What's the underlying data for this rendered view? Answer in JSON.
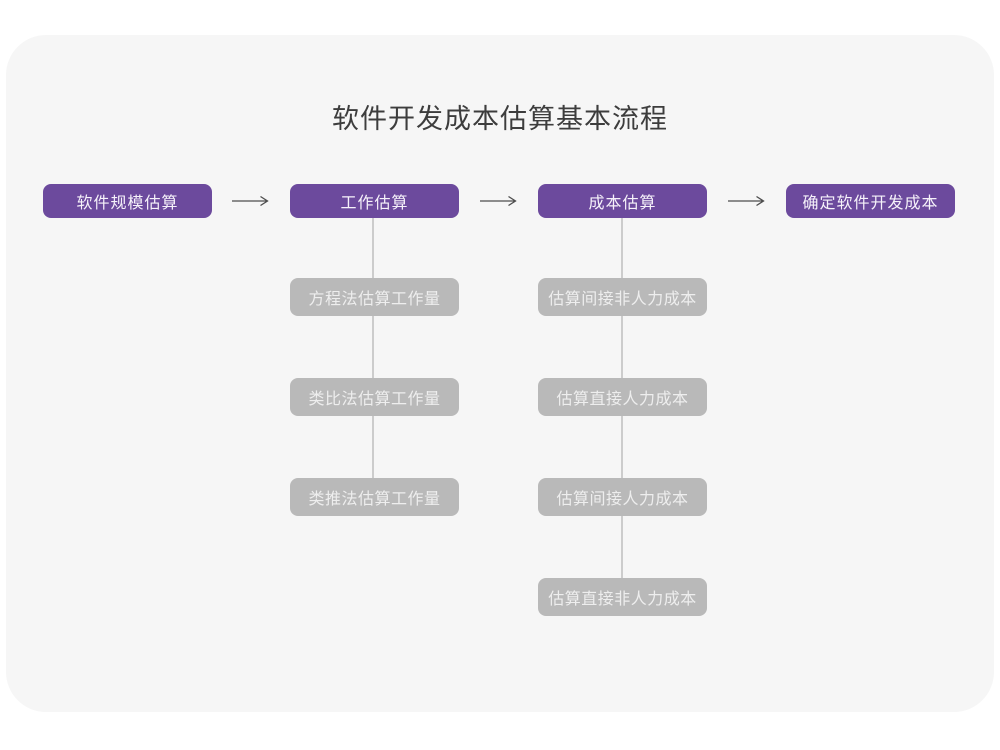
{
  "title": "软件开发成本估算基本流程",
  "colors": {
    "card_bg": "#f6f6f6",
    "purple": "#6c4a9d",
    "gray_box": "#b9b9b9",
    "connector": "#cccccc",
    "arrow": "#4d4d4d",
    "title_text": "#3d3d3d",
    "stage_text": "#f6f2fa",
    "sub_text": "#eeeeee"
  },
  "flow": {
    "stages": [
      {
        "label": "软件规模估算",
        "children": []
      },
      {
        "label": "工作估算",
        "children": [
          "方程法估算工作量",
          "类比法估算工作量",
          "类推法估算工作量"
        ]
      },
      {
        "label": "成本估算",
        "children": [
          "估算间接非人力成本",
          "估算直接人力成本",
          "估算间接人力成本",
          "估算直接非人力成本"
        ]
      },
      {
        "label": "确定软件开发成本",
        "children": []
      }
    ],
    "arrow_icon": "→"
  }
}
